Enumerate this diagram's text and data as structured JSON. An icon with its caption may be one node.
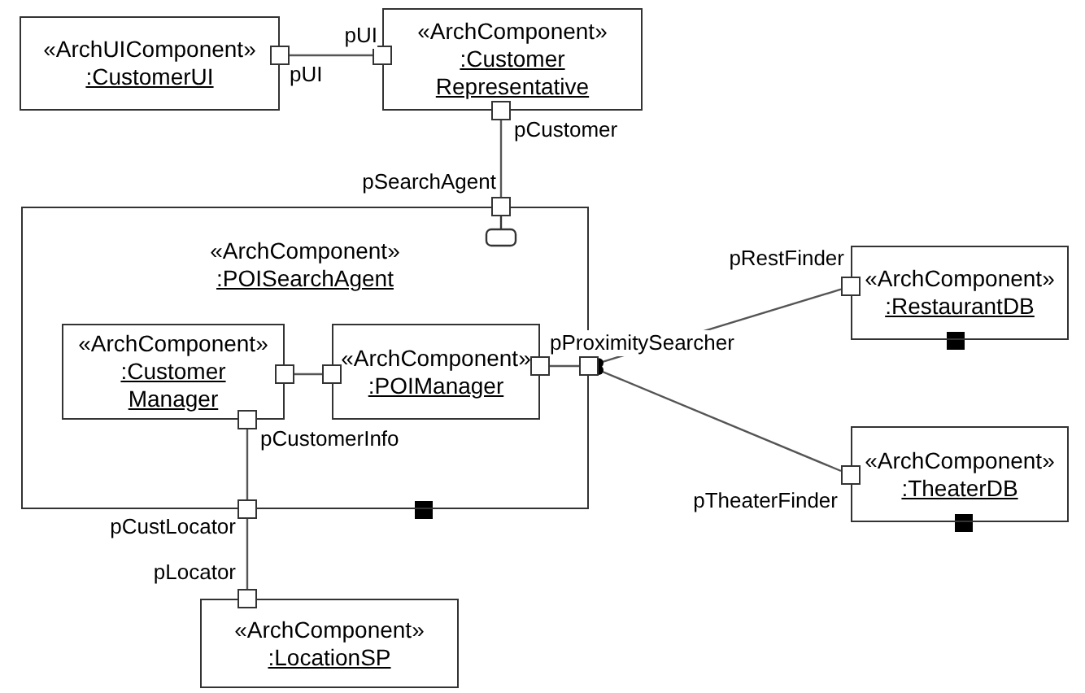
{
  "diagram": {
    "nodes": [
      {
        "text": [
          "«ArchUIComponent»",
          ":CustomerUI"
        ]
      },
      {
        "text": [
          "«ArchComponent»",
          ":Customer Representative"
        ]
      },
      {
        "text": [
          "«ArchComponent»",
          ":POISearchAgent"
        ]
      },
      {
        "text": [
          "«ArchComponent»",
          ":Customer Manager"
        ],
        "in": 2
      },
      {
        "text": [
          "«ArchComponent»",
          ":POIManager"
        ],
        "in": 2
      },
      {
        "text": [
          "«ArchComponent»",
          ":RestaurantDB"
        ]
      },
      {
        "text": [
          "«ArchComponent»",
          ":TheaterDB"
        ]
      },
      {
        "text": [
          "«ArchComponent»",
          ":LocationSP"
        ]
      },
      {
        "text": [],
        "shape": "box",
        "beside": [
          "pUI"
        ]
      },
      {
        "text": [],
        "shape": "box",
        "beside": [
          "pUI"
        ]
      },
      {
        "text": [],
        "shape": "box",
        "beside": [
          "pCustomer"
        ]
      },
      {
        "text": [],
        "shape": "box",
        "beside": [
          "pSearchAgent"
        ]
      },
      {
        "text": [],
        "shape": "box",
        "in": 2
      },
      {
        "text": [],
        "shape": "box",
        "in": 2
      },
      {
        "text": [],
        "shape": "box",
        "in": 2,
        "beside": [
          "pCustomerInfo"
        ]
      },
      {
        "text": [],
        "shape": "box",
        "in": 2
      },
      {
        "text": [],
        "shape": "box",
        "beside": [
          "pProximitySearcher"
        ]
      },
      {
        "text": [],
        "shape": "box",
        "beside": [
          "pRestFinder"
        ]
      },
      {
        "text": [],
        "shape": "box",
        "beside": [
          "pTheaterFinder"
        ]
      },
      {
        "text": [],
        "shape": "box",
        "beside": [
          "pCustLocator"
        ]
      },
      {
        "text": [],
        "shape": "box",
        "beside": [
          "pLocator"
        ]
      }
    ],
    "edges": [
      {
        "from": 8,
        "to": 9,
        "arrow": "none"
      },
      {
        "from": 10,
        "to": 11,
        "arrow": "none"
      },
      {
        "from": 12,
        "to": 13,
        "arrow": "none"
      },
      {
        "from": 14,
        "to": 19,
        "arrow": "none"
      },
      {
        "from": 19,
        "to": 20,
        "arrow": "none"
      },
      {
        "from": 15,
        "to": 16,
        "arrow": "none"
      },
      {
        "from": 16,
        "to": 17,
        "arrow": "other"
      },
      {
        "from": 16,
        "to": 18,
        "arrow": "other"
      }
    ]
  }
}
